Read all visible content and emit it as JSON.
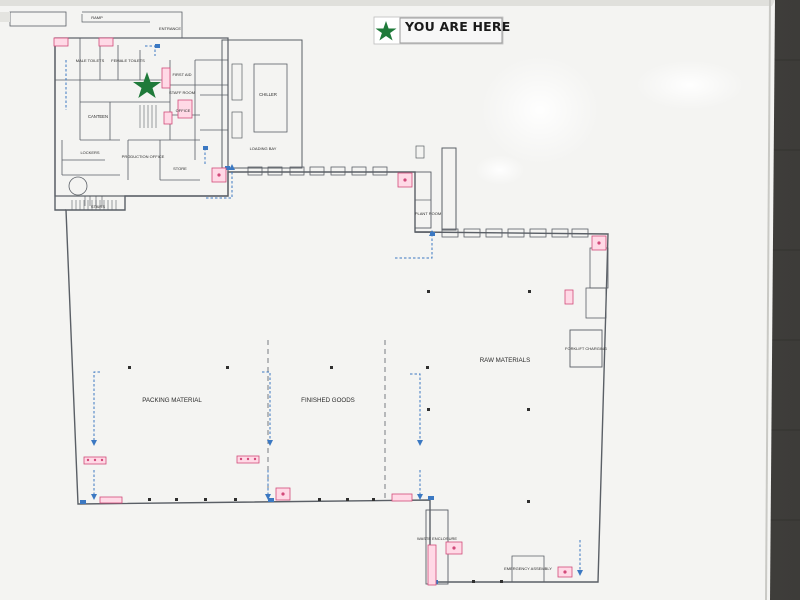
{
  "legend": {
    "text": "YOU ARE HERE",
    "marker_color": "#1f7a3a"
  },
  "zones": {
    "packing": "PACKING MATERIAL",
    "finished": "FINISHED GOODS",
    "raw": "RAW MATERIALS"
  },
  "rooms": {
    "chiller": "CHILLER",
    "loading_bay": "LOADING BAY",
    "canteen": "CANTEEN",
    "production_office": "PRODUCTION OFFICE",
    "office": "OFFICE",
    "waste_enclosure": "WASTE ENCLOSURE",
    "male_toilets": "MALE TOILETS",
    "female_toilets": "FEMALE TOILETS",
    "first_aid": "FIRST AID",
    "staff_room": "STAFF ROOM",
    "store": "STORE",
    "lockers": "LOCKERS",
    "plant_room": "PLANT ROOM",
    "forklift_charging": "FORKLIFT CHARGING",
    "ramp": "RAMP",
    "entrance": "ENTRANCE",
    "stairs": "STAIRS",
    "emergency_assembly": "EMERGENCY ASSEMBLY"
  },
  "colors": {
    "wall": "#5a5f66",
    "exit_blue": "#3b78c2",
    "fire_pink": "#d34a7a",
    "board": "#f6f6f4"
  }
}
